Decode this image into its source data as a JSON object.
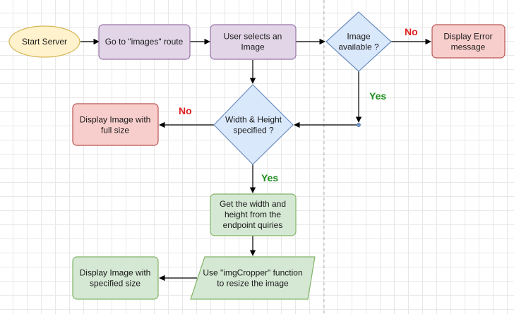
{
  "colors": {
    "line": "#000000",
    "divider": "#b0b0b0",
    "yes": "#1e8c1e",
    "no": "#e02020",
    "oval_fill": "#fff2cc",
    "oval_stroke": "#d6b656",
    "purple_fill": "#e1d5e7",
    "purple_stroke": "#9673a6",
    "blue_fill": "#dae8fc",
    "blue_stroke": "#6c8ebf",
    "red_fill": "#f8cecc",
    "red_stroke": "#b85450",
    "green_fill": "#d5e8d4",
    "green_stroke": "#82b366"
  },
  "nodes": {
    "start_server": {
      "lines": [
        "Start Server"
      ]
    },
    "images_route": {
      "lines": [
        "Go to \"images\" route"
      ]
    },
    "user_selects": {
      "lines": [
        "User selects an",
        "Image"
      ]
    },
    "image_available": {
      "lines": [
        "Image",
        "available ?"
      ]
    },
    "display_error": {
      "lines": [
        "Display Error",
        "message"
      ]
    },
    "width_height": {
      "lines": [
        "Width & Height",
        "specified ?"
      ]
    },
    "display_full": {
      "lines": [
        "Display Image with",
        "full size"
      ]
    },
    "get_dimensions": {
      "lines": [
        "Get the width and",
        "height from the",
        "endpoint quiries"
      ]
    },
    "img_cropper": {
      "lines": [
        "Use \"imgCropper\" function",
        "to resize the image"
      ]
    },
    "display_specified": {
      "lines": [
        "Display Image with",
        "specified size"
      ]
    }
  },
  "edge_labels": {
    "available_no": "No",
    "available_yes": "Yes",
    "specified_no": "No",
    "specified_yes": "Yes"
  }
}
